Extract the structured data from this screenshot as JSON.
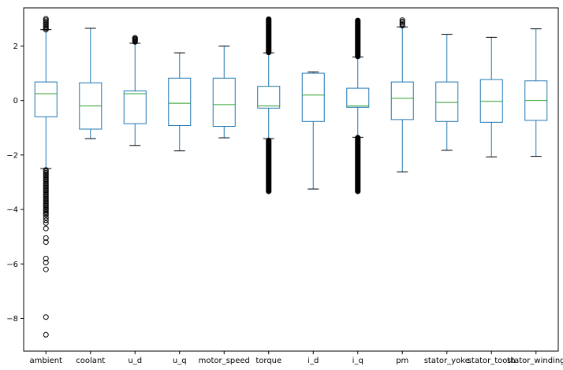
{
  "chart_data": {
    "type": "box",
    "title": "",
    "xlabel": "",
    "ylabel": "",
    "ylim": [
      -9.2,
      3.4
    ],
    "yticks": [
      2,
      0,
      -2,
      -4,
      -6,
      -8
    ],
    "ytick_labels": [
      "2",
      "0",
      "−2",
      "−4",
      "−6",
      "−8"
    ],
    "grid": false,
    "colors": {
      "box": "#1f77b4",
      "median": "#2ca02c",
      "whisker": "#000000",
      "flier": "#000000",
      "axis": "#000000"
    },
    "categories": [
      "ambient",
      "coolant",
      "u_d",
      "u_q",
      "motor_speed",
      "torque",
      "i_d",
      "i_q",
      "pm",
      "stator_yoke",
      "stator_tooth",
      "stator_winding"
    ],
    "boxes": [
      {
        "name": "ambient",
        "whislo": -2.5,
        "q1": -0.6,
        "med": 0.25,
        "q3": 0.68,
        "whishi": 2.6,
        "fliers": [
          3.0,
          2.95,
          2.9,
          2.85,
          2.8,
          2.75,
          2.7,
          2.65,
          2.6,
          -2.55,
          -2.6,
          -2.65,
          -2.7,
          -2.75,
          -2.8,
          -2.85,
          -2.9,
          -2.95,
          -3.0,
          -3.05,
          -3.1,
          -3.15,
          -3.2,
          -3.25,
          -3.3,
          -3.35,
          -3.4,
          -3.45,
          -3.5,
          -3.55,
          -3.6,
          -3.65,
          -3.7,
          -3.75,
          -3.8,
          -3.85,
          -3.9,
          -3.95,
          -4.0,
          -4.05,
          -4.1,
          -4.15,
          -4.2,
          -4.3,
          -4.4,
          -4.5,
          -4.7,
          -5.05,
          -5.2,
          -5.8,
          -5.95,
          -6.2,
          -7.95,
          -8.6
        ]
      },
      {
        "name": "coolant",
        "whislo": -1.4,
        "q1": -1.05,
        "med": -0.2,
        "q3": 0.65,
        "whishi": 2.65,
        "fliers": []
      },
      {
        "name": "u_d",
        "whislo": -1.65,
        "q1": -0.85,
        "med": 0.25,
        "q3": 0.35,
        "whishi": 2.1,
        "fliers": [
          2.15,
          2.18,
          2.21,
          2.24,
          2.27,
          2.3
        ]
      },
      {
        "name": "u_q",
        "whislo": -1.85,
        "q1": -0.92,
        "med": -0.1,
        "q3": 0.82,
        "whishi": 1.75,
        "fliers": []
      },
      {
        "name": "motor_speed",
        "whislo": -1.37,
        "q1": -0.95,
        "med": -0.15,
        "q3": 0.82,
        "whishi": 2.0,
        "fliers": []
      },
      {
        "name": "torque",
        "whislo": -1.4,
        "q1": -0.28,
        "med": -0.2,
        "q3": 0.52,
        "whishi": 1.75,
        "flier_bands": [
          [
            1.75,
            3.0
          ],
          [
            -3.35,
            -1.45
          ]
        ],
        "fliers": []
      },
      {
        "name": "i_d",
        "whislo": -3.25,
        "q1": -0.77,
        "med": 0.2,
        "q3": 1.0,
        "whishi": 1.05,
        "fliers": []
      },
      {
        "name": "i_q",
        "whislo": -1.35,
        "q1": -0.25,
        "med": -0.2,
        "q3": 0.45,
        "whishi": 1.6,
        "flier_bands": [
          [
            1.6,
            2.95
          ],
          [
            -3.35,
            -1.35
          ]
        ],
        "fliers": []
      },
      {
        "name": "pm",
        "whislo": -2.62,
        "q1": -0.7,
        "med": 0.08,
        "q3": 0.68,
        "whishi": 2.7,
        "fliers": [
          2.75,
          2.8,
          2.85,
          2.9,
          2.95
        ]
      },
      {
        "name": "stator_yoke",
        "whislo": -1.83,
        "q1": -0.77,
        "med": -0.07,
        "q3": 0.68,
        "whishi": 2.43,
        "fliers": []
      },
      {
        "name": "stator_tooth",
        "whislo": -2.07,
        "q1": -0.8,
        "med": -0.03,
        "q3": 0.77,
        "whishi": 2.32,
        "fliers": []
      },
      {
        "name": "stator_winding",
        "whislo": -2.05,
        "q1": -0.73,
        "med": 0.0,
        "q3": 0.72,
        "whishi": 2.63,
        "fliers": []
      }
    ]
  }
}
